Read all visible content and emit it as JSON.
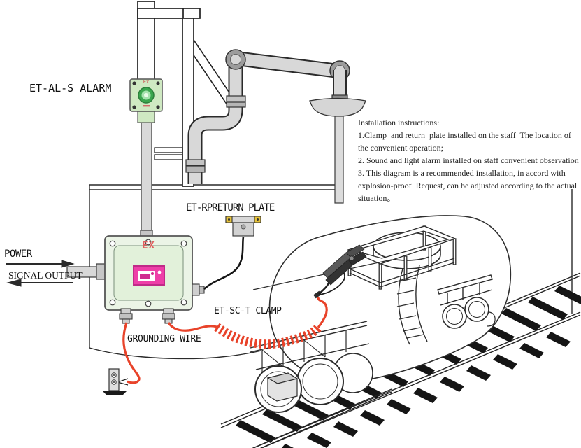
{
  "diagram": {
    "labels": {
      "alarm": "ET-AL-S ALARM",
      "return_plate": "ET-RPRETURN PLATE",
      "clamp": "ET-SC-T CLAMP",
      "grounding_wire": "GROUNDING WIRE",
      "power": "POWER",
      "signal_output": "SIGNAL OUTPUT",
      "box_marking": "EX",
      "alarm_marking": "Ex"
    },
    "instructions": {
      "lines": [
        "Installation instructions:",
        "1.Clamp  and return  plate installed on the staff  The location of",
        "the convenient operation;",
        "2. Sound and light alarm installed on staff convenient observation",
        "3. This diagram is a recommended installation, in accord with",
        "explosion-proof  Request, can be adjusted according to the actual",
        "situation。"
      ]
    },
    "colors": {
      "wire_red": "#e8432a",
      "box_green": "#ebf4e6",
      "alarm_green": "#cfe9c2",
      "label_pink": "#ee3fa8",
      "pipe_gray": "#d8d8d8",
      "marking_red": "#e05f5f",
      "return_plate_yellow": "#e6c33c"
    }
  }
}
